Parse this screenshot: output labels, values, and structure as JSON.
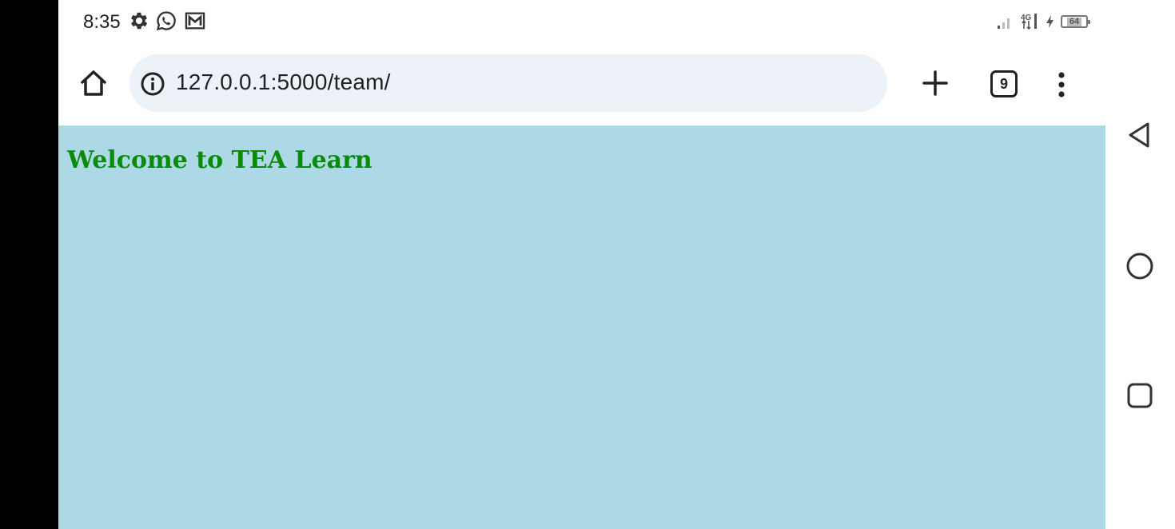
{
  "status_bar": {
    "time": "8:35",
    "icons": [
      "gear-icon",
      "whatsapp-icon",
      "gmail-icon"
    ],
    "network": "4G",
    "battery": "64"
  },
  "browser": {
    "url": "127.0.0.1:5000/team/",
    "tab_count": "9",
    "icons": [
      "home-icon",
      "info-icon",
      "plus-icon",
      "more-vert-icon"
    ]
  },
  "page": {
    "heading": "Welcome to TEA Learn",
    "background_color": "#add8e6",
    "heading_color": "#0a8a0a"
  },
  "nav_bar": {
    "buttons": [
      "back-icon",
      "home-circle-icon",
      "recents-icon"
    ]
  }
}
